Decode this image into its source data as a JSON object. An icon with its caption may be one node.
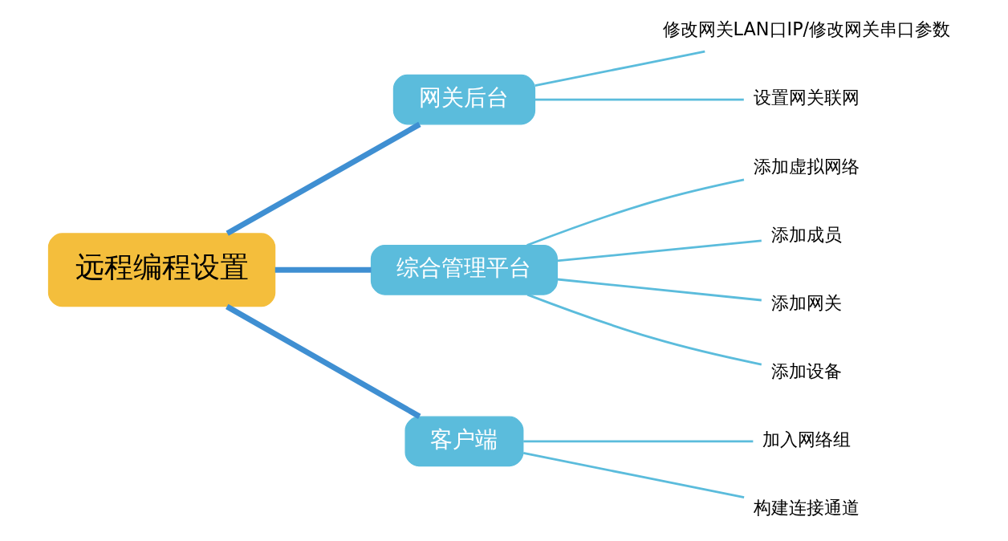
{
  "diagram": {
    "nodes": [
      {
        "text": [
          "远程编程设置"
        ]
      },
      {
        "text": [
          "网关后台"
        ]
      },
      {
        "text": [
          "修改网关LAN口IP/修改网关串口参数"
        ]
      },
      {
        "text": [
          "设置网关联网"
        ]
      },
      {
        "text": [
          "综合管理平台"
        ]
      },
      {
        "text": [
          "添加虚拟网络"
        ]
      },
      {
        "text": [
          "添加成员"
        ]
      },
      {
        "text": [
          "添加网关"
        ]
      },
      {
        "text": [
          "添加设备"
        ]
      },
      {
        "text": [
          "客户端"
        ]
      },
      {
        "text": [
          "加入网络组"
        ]
      },
      {
        "text": [
          "构建连接通道"
        ]
      }
    ],
    "edges": [
      {
        "from": 0,
        "to": 1,
        "arrow": "none",
        "style": "thick",
        "color": "#3f8fd2"
      },
      {
        "from": 1,
        "to": 2,
        "arrow": "none"
      },
      {
        "from": 1,
        "to": 3,
        "arrow": "none"
      },
      {
        "from": 0,
        "to": 4,
        "arrow": "none",
        "style": "thick",
        "color": "#3f8fd2"
      },
      {
        "from": 4,
        "to": 5,
        "arrow": "none"
      },
      {
        "from": 4,
        "to": 6,
        "arrow": "none"
      },
      {
        "from": 4,
        "to": 7,
        "arrow": "none"
      },
      {
        "from": 4,
        "to": 8,
        "arrow": "none"
      },
      {
        "from": 0,
        "to": 9,
        "arrow": "none",
        "style": "thick",
        "color": "#3f8fd2"
      },
      {
        "from": 9,
        "to": 10,
        "arrow": "none"
      },
      {
        "from": 9,
        "to": 11,
        "arrow": "none"
      }
    ]
  }
}
